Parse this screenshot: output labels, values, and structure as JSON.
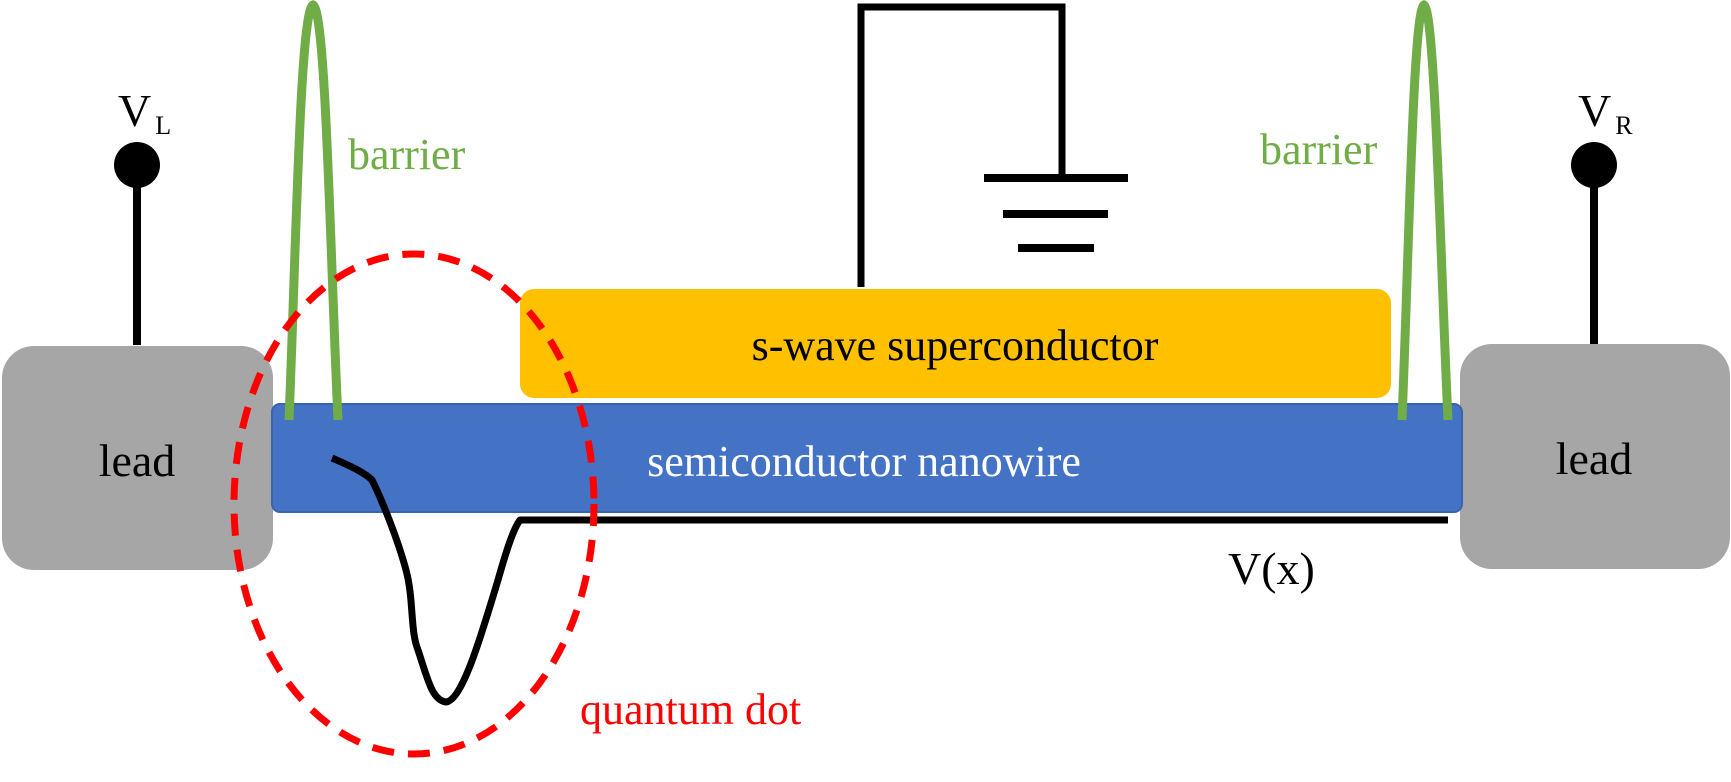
{
  "labels": {
    "left_lead": "lead",
    "right_lead": "lead",
    "superconductor": "s-wave superconductor",
    "nanowire": "semiconductor nanowire",
    "left_barrier": "barrier",
    "right_barrier": "barrier",
    "quantum_dot": "quantum dot",
    "potential": "V(x)",
    "voltage_left_main": "V",
    "voltage_left_sub": "L",
    "voltage_right_main": "V",
    "voltage_right_sub": "R"
  },
  "colors": {
    "lead": "#a6a6a6",
    "nanowire": "#4472c4",
    "superconductor": "#ffc000",
    "barrier": "#70ad47",
    "quantum_dot": "#ff0000",
    "line": "#000000"
  }
}
